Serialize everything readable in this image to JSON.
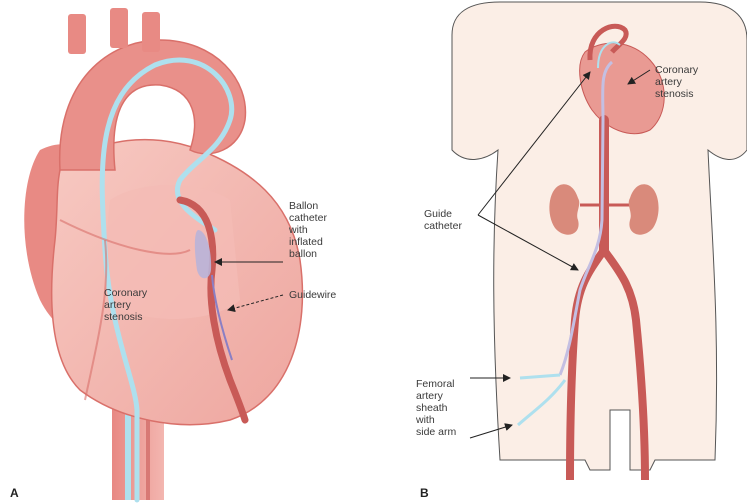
{
  "panel_a": {
    "letter": "A",
    "labels": {
      "balloon": "Ballon\ncatheter\nwith\ninflated\nballon",
      "guidewire": "Guidewire",
      "stenosis": "Coronary\nartery\nstenosis"
    }
  },
  "panel_b": {
    "letter": "B",
    "labels": {
      "stenosis": "Coronary\nartery\nstenosis",
      "guide_catheter": "Guide\ncatheter",
      "femoral_sheath": "Femoral\nartery\nsheath\nwith\nside arm"
    }
  },
  "colors": {
    "heart_fill": "#f2b3ad",
    "heart_dark": "#d9706a",
    "vessel": "#c85a57",
    "catheter": "#aee0ee",
    "body_fill": "#fbeee6",
    "kidney": "#d98a7b"
  }
}
